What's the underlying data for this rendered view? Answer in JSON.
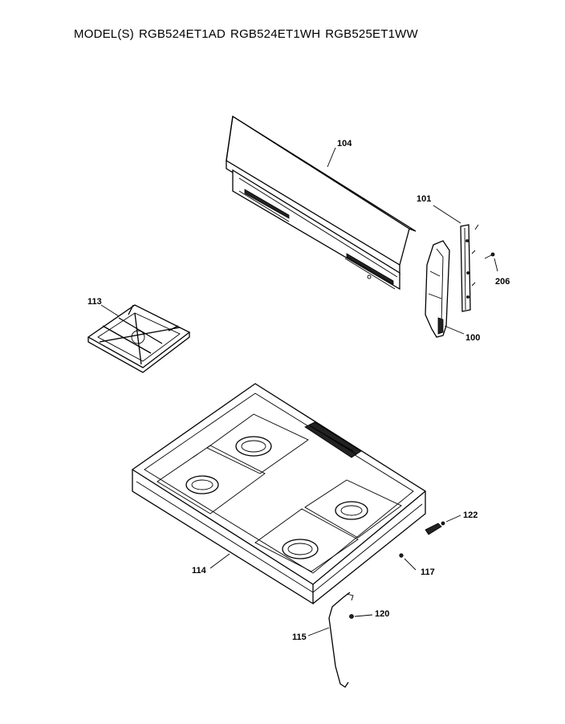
{
  "header": {
    "prefix": "MODEL(S)",
    "models": [
      "RGB524ET1AD",
      "RGB524ET1WH",
      "RGB525ET1WW"
    ]
  },
  "callouts": {
    "c100": "100",
    "c101": "101",
    "c104": "104",
    "c113": "113",
    "c114": "114",
    "c115": "115",
    "c117": "117",
    "c120": "120",
    "c122": "122",
    "c206": "206"
  }
}
